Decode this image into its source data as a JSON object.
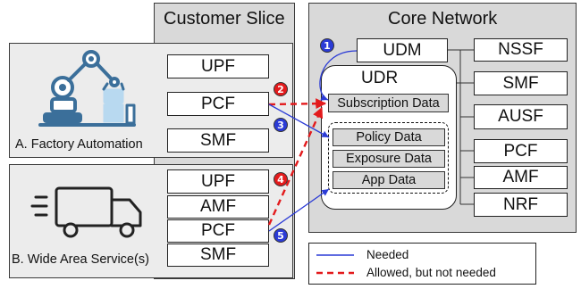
{
  "slice": {
    "title": "Customer Slice"
  },
  "core": {
    "title": "Core Network",
    "udm": "UDM",
    "udr": {
      "title": "UDR",
      "subscription": "Subscription Data",
      "policy": "Policy Data",
      "exposure": "Exposure Data",
      "app": "App Data"
    },
    "functions": [
      "NSSF",
      "SMF",
      "AUSF",
      "PCF",
      "AMF",
      "NRF"
    ]
  },
  "factory": {
    "caption": "A. Factory Automation",
    "functions": [
      "UPF",
      "PCF",
      "SMF"
    ]
  },
  "truck": {
    "caption": "B. Wide Area Service(s)",
    "functions": [
      "UPF",
      "AMF",
      "PCF",
      "SMF"
    ]
  },
  "steps": [
    {
      "label": "1",
      "color": "#2b3bd6"
    },
    {
      "label": "2",
      "color": "#e31a1c"
    },
    {
      "label": "3",
      "color": "#2b3bd6"
    },
    {
      "label": "4",
      "color": "#e31a1c"
    },
    {
      "label": "5",
      "color": "#2b3bd6"
    }
  ],
  "legend": {
    "needed": "Needed",
    "allowed": "Allowed, but not needed"
  },
  "colors": {
    "needed": "#2b3bd6",
    "allowed": "#e31a1c",
    "panel": "#d9d9d9",
    "robot": "#3b6f9a"
  }
}
